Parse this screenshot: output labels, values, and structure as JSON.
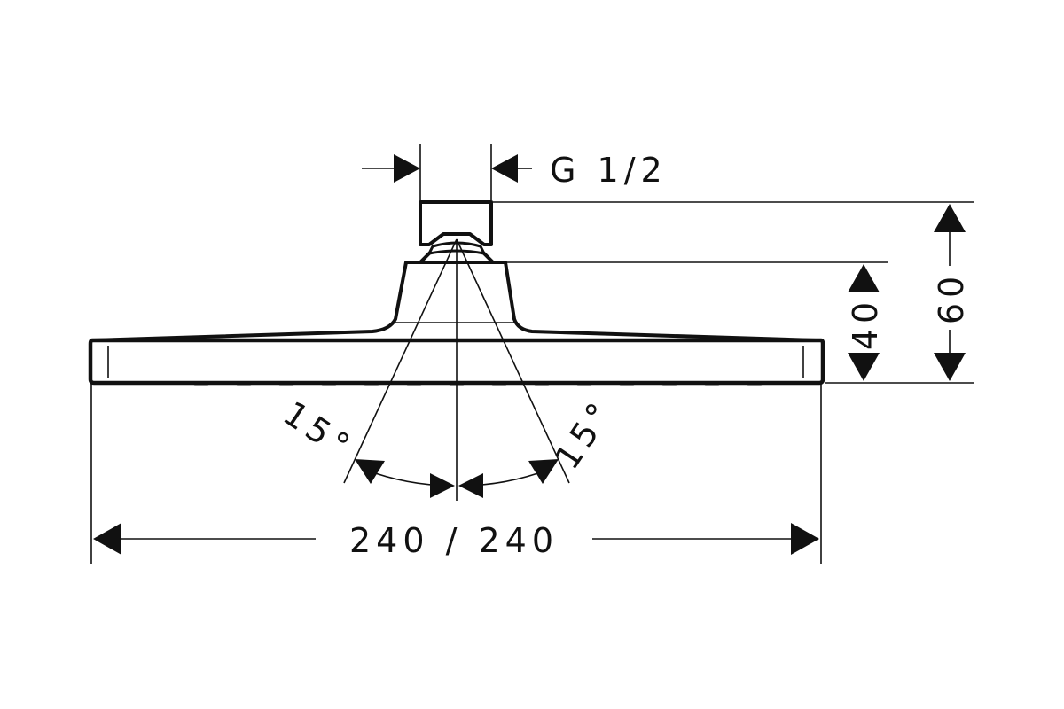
{
  "drawing": {
    "thread_label": "G 1/2",
    "total_height_label": "60",
    "plate_height_label": "40",
    "width_label": "240 / 240",
    "angle_left_label": "15°",
    "angle_right_label": "15°"
  },
  "colors": {
    "line": "#111111",
    "background": "#ffffff"
  }
}
